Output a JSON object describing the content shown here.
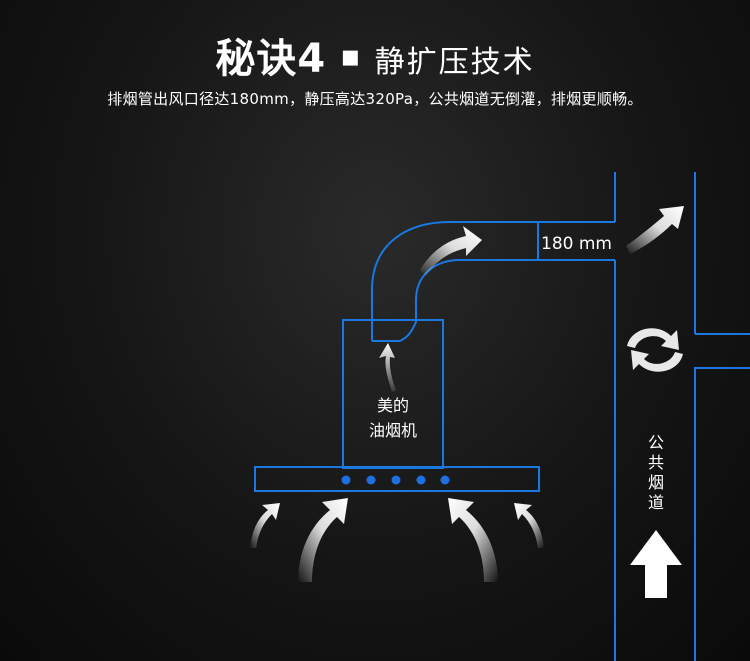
{
  "header": {
    "title_main": "秘诀4",
    "title_separator": "▪",
    "title_sub": "静扩压技术",
    "subtitle": "排烟管出风口径达180mm，静压高达320Pa，公共烟道无倒灌，排烟更顺畅。"
  },
  "diagram": {
    "duct_diameter": "180 mm",
    "hood_label_line1": "美的",
    "hood_label_line2": "油烟机",
    "flue_label": [
      "公",
      "共",
      "烟",
      "道"
    ],
    "indicator_light_count": 5,
    "colors": {
      "outline": "#1a78e0",
      "arrow": "#ffffff",
      "background": "#111111",
      "text": "#ffffff"
    }
  }
}
